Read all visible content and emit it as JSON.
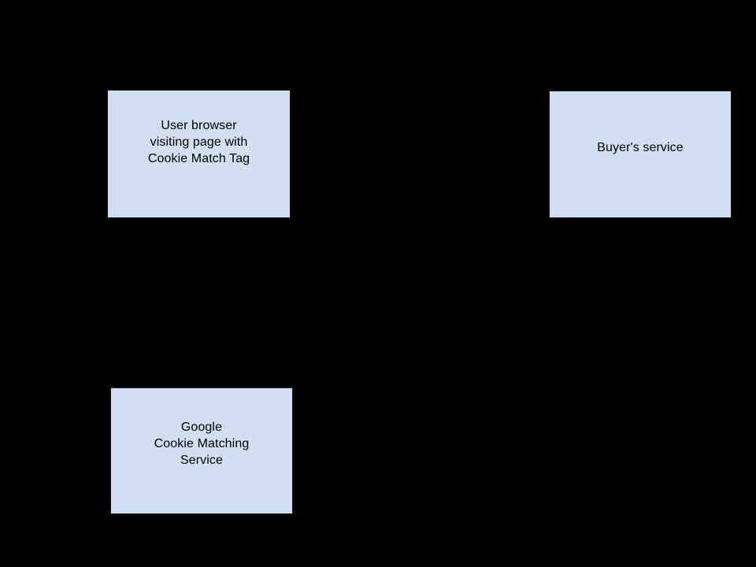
{
  "diagram": {
    "background_color": "#000000",
    "node_fill_color": "#d0e0f2",
    "node_border_color": "#16191c",
    "node_text_color": "#000000",
    "nodes": [
      {
        "id": "user-browser",
        "label": "User browser\nvisiting page with\nCookie Match Tag",
        "lines": [
          "User browser",
          "visiting page with",
          "Cookie Match Tag"
        ]
      },
      {
        "id": "buyer-service",
        "label": "Buyer's service",
        "lines": [
          "Buyer's service"
        ]
      },
      {
        "id": "google-cookie-matching-service",
        "label": "Google\nCookie Matching\nService",
        "lines": [
          "Google",
          "Cookie Matching",
          "Service"
        ]
      }
    ]
  }
}
